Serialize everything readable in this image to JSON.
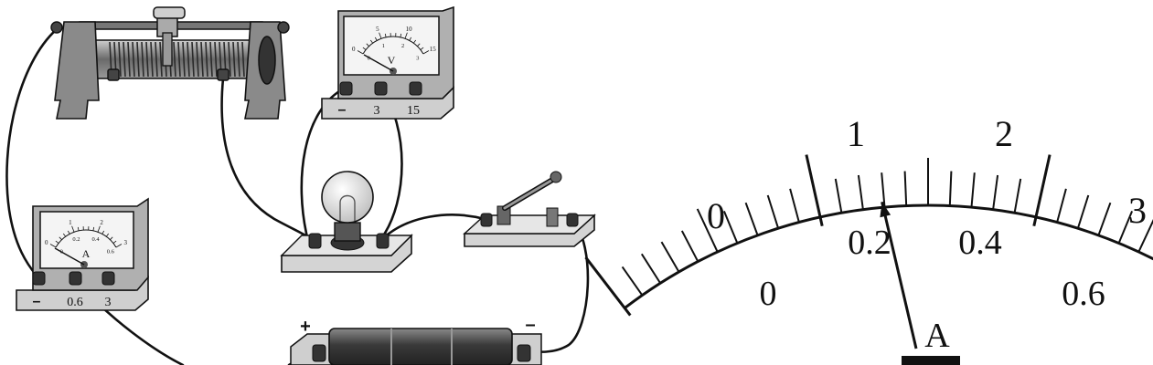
{
  "voltmeter": {
    "dial_scale_top": [
      "0",
      "5",
      "10",
      "15"
    ],
    "dial_scale_bottom": [
      "0",
      "1",
      "2",
      "3"
    ],
    "symbol": "V",
    "terminals": [
      "–",
      "3",
      "15"
    ]
  },
  "ammeter_small": {
    "dial_scale_top": [
      "0",
      "1",
      "2",
      "3"
    ],
    "dial_scale_bottom": [
      "0",
      "0.2",
      "0.4",
      "0.6"
    ],
    "symbol": "A",
    "terminals": [
      "–",
      "0.6",
      "3"
    ]
  },
  "battery": {
    "positive_label": "+",
    "negative_label": "–"
  },
  "ammeter_dial": {
    "outer_labels": [
      "0",
      "1",
      "2",
      "3"
    ],
    "inner_labels": [
      "0",
      "0.2",
      "0.4",
      "0.6"
    ],
    "symbol": "A",
    "reading_fraction": 0.43,
    "major_divisions": 3,
    "minor_divisions_per_major": 10
  },
  "colors": {
    "ink": "#111111",
    "body_gray": "#9a9a9a",
    "panel_gray": "#dcdcdc",
    "dark_metal": "#4a4a4a"
  }
}
